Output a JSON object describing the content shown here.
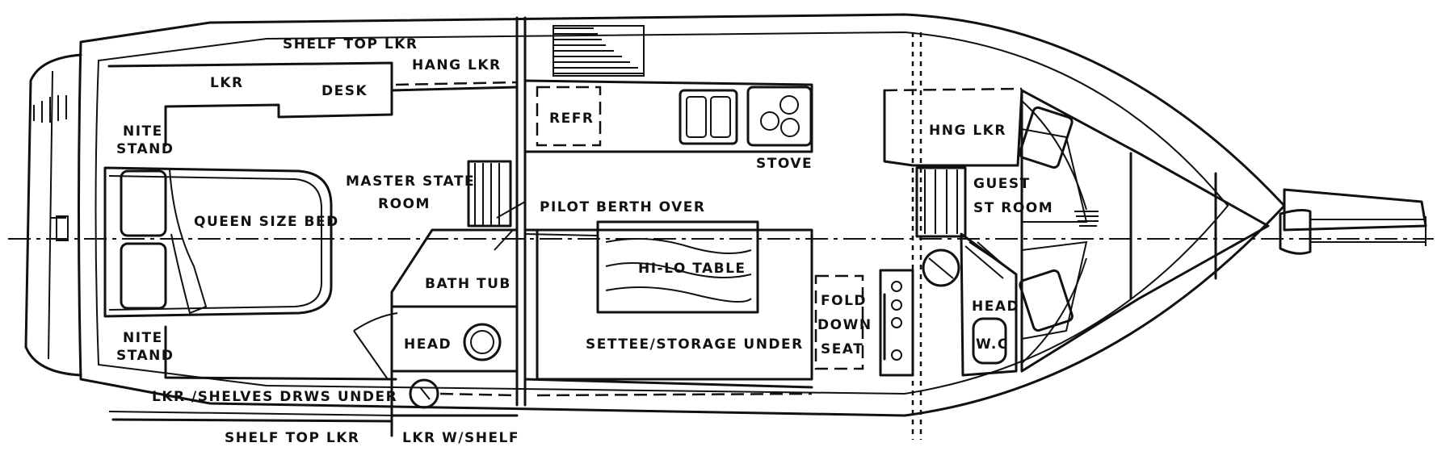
{
  "labels": {
    "shelf_top_lkr_top": "SHELF TOP LKR",
    "hang_lkr": "HANG LKR",
    "lkr": "LKR",
    "desk": "DESK",
    "nite_stand_top": [
      "NITE",
      "STAND"
    ],
    "queen_size_bed": "QUEEN SIZE BED",
    "nite_stand_bottom": [
      "NITE",
      "STAND"
    ],
    "master_state_room": [
      "MASTER STATE",
      "ROOM"
    ],
    "lkr_shelves": "LKR /SHELVES DRWS UNDER",
    "shelf_top_lkr_bottom": "SHELF TOP LKR",
    "bath_tub": "BATH TUB",
    "head_aft": "HEAD",
    "lkr_w_shelf": "LKR W/SHELF",
    "refr": "REFR",
    "stove": "STOVE",
    "pilot_berth": "PILOT BERTH OVER",
    "hi_lo_table": "HI-LO TABLE",
    "settee": "SETTEE/STORAGE UNDER",
    "fold_down_seat": [
      "FOLD",
      "DOWN",
      "SEAT"
    ],
    "hng_lkr": "HNG LKR",
    "guest_st_room": [
      "GUEST",
      "ST ROOM"
    ],
    "head_fwd": "HEAD",
    "wc": "W.C"
  }
}
